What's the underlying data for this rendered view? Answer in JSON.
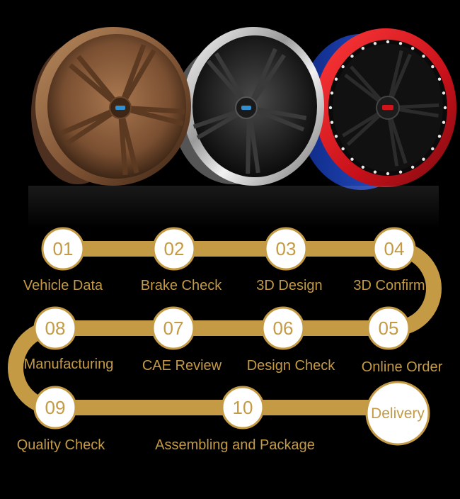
{
  "colors": {
    "gold": "#c49a44",
    "gold_light": "#d7b25a",
    "circle_fill": "#ffffff",
    "background": "#000000",
    "bronze_wheel": "#8a5d3b",
    "black_wheel": "#2a2a2a",
    "red_wheel": "#d1141b",
    "blue_wheel": "#1d3fa8"
  },
  "wheels": [
    {
      "name": "bronze-wheel",
      "finish": "bronze"
    },
    {
      "name": "black-wheel",
      "finish": "gloss black with polished lip"
    },
    {
      "name": "red-blue-wheel",
      "finish": "black with red and blue barrel"
    }
  ],
  "steps": [
    {
      "num": "01",
      "label": "Vehicle Data"
    },
    {
      "num": "02",
      "label": "Brake Check"
    },
    {
      "num": "03",
      "label": "3D Design"
    },
    {
      "num": "04",
      "label": "3D Confirm"
    },
    {
      "num": "05",
      "label": "Online Order"
    },
    {
      "num": "06",
      "label": "Design Check"
    },
    {
      "num": "07",
      "label": "CAE Review"
    },
    {
      "num": "08",
      "label": "Manufacturing"
    },
    {
      "num": "09",
      "label": "Quality Check"
    },
    {
      "num": "10",
      "label": "Assembling and Package"
    }
  ],
  "final_step": {
    "label": "Delivery"
  }
}
